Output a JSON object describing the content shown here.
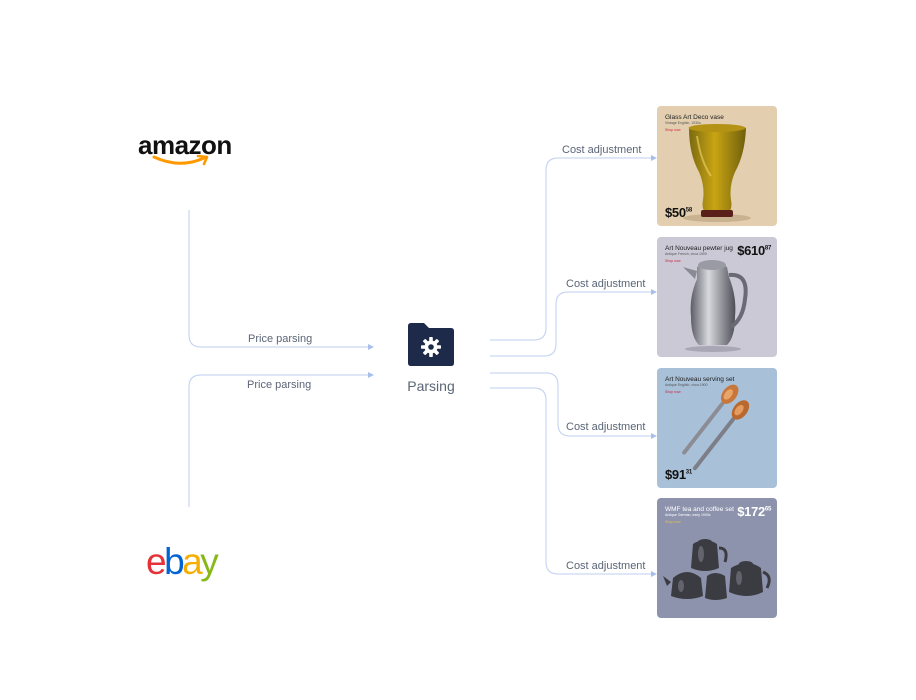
{
  "sources": {
    "amazon": {
      "name": "amazon",
      "icon": "amazon-smile-icon",
      "smile_color": "#ff9900"
    },
    "ebay": {
      "letters": [
        {
          "char": "e",
          "color": "#e53238"
        },
        {
          "char": "b",
          "color": "#0064d2"
        },
        {
          "char": "a",
          "color": "#f5af02"
        },
        {
          "char": "y",
          "color": "#86b817"
        }
      ]
    }
  },
  "edges": {
    "price_parsing_top": "Price parsing",
    "price_parsing_bottom": "Price parsing",
    "cost_adjustment_1": "Cost adjustment",
    "cost_adjustment_2": "Cost adjustment",
    "cost_adjustment_3": "Cost adjustment",
    "cost_adjustment_4": "Cost adjustment"
  },
  "center": {
    "label": "Parsing",
    "icon": "folder-gear-icon",
    "color": "#1e2a4a"
  },
  "products": [
    {
      "title": "Glass Art Deco vase",
      "subtitle": "Vintage English, 1930s",
      "link": "Shop now",
      "price_main": "$50",
      "price_cents": "58",
      "bg": "#e3cfb0"
    },
    {
      "title": "Art Nouveau pewter jug",
      "subtitle": "Antique French, circa 1900",
      "link": "Shop now",
      "price_main": "$610",
      "price_cents": "87",
      "bg": "#cbc9d6"
    },
    {
      "title": "Art Nouveau serving set",
      "subtitle": "Antique English, circa 1900",
      "link": "Shop now",
      "price_main": "$91",
      "price_cents": "31",
      "bg": "#a8c0d8"
    },
    {
      "title": "WMF tea and coffee set",
      "subtitle": "Antique German, early 1900s",
      "link": "Shop now",
      "price_main": "$172",
      "price_cents": "65",
      "bg": "#8e93ad"
    }
  ]
}
